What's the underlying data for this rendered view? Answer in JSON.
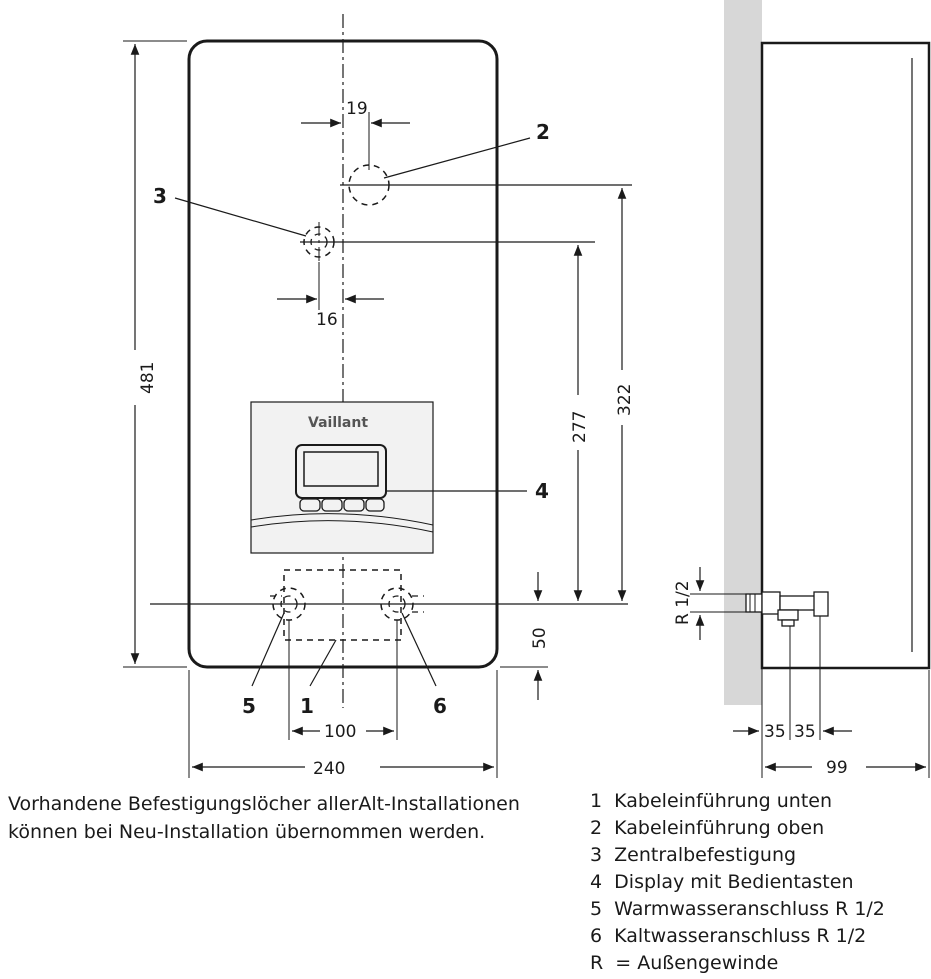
{
  "dimensions": {
    "height": "481",
    "width": "240",
    "spacing_bottom": "100",
    "offset_top": "19",
    "offset_center": "16",
    "height_central": "277",
    "height_top": "322",
    "bottom_offset": "50",
    "depth": "99",
    "pipe_a": "35",
    "pipe_b": "35",
    "thread": "R 1/2"
  },
  "callouts": {
    "c1": "1",
    "c2": "2",
    "c3": "3",
    "c4": "4",
    "c5": "5",
    "c6": "6"
  },
  "brand": "Vaillant",
  "note": "Vorhandene Befestigungslöcher allerAlt-Installationen\nkönnen bei Neu-Installation übernommen werden.",
  "legend": [
    "1  Kabeleinführung unten",
    "2  Kabeleinführung oben",
    "3  Zentralbefestigung",
    "4  Display mit Bedientasten",
    "5  Warmwasseranschluss R 1/2",
    "6  Kaltwasseranschluss R 1/2",
    "R  = Außengewinde"
  ]
}
